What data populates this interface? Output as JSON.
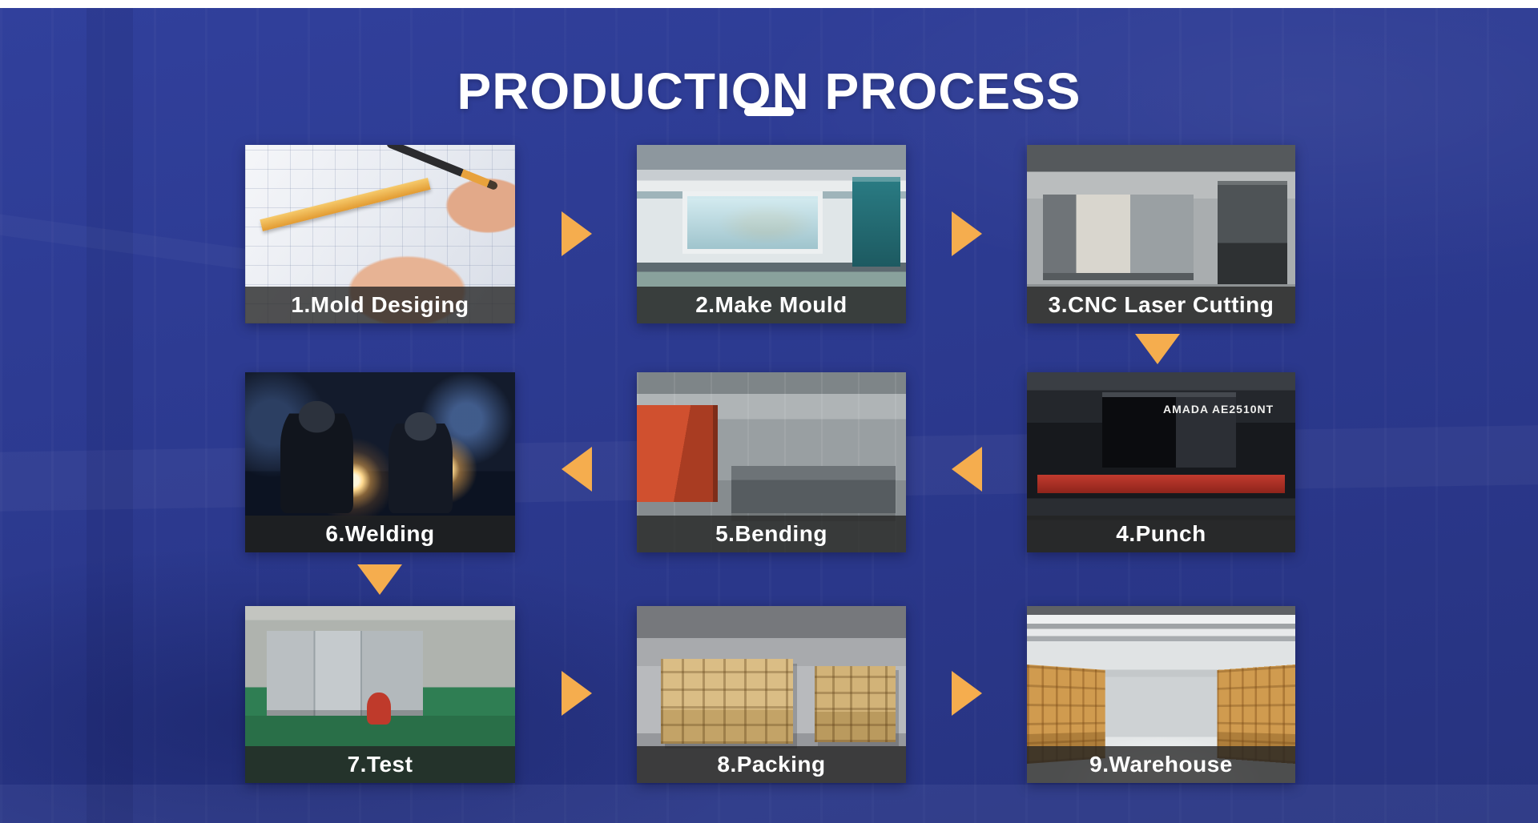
{
  "page": {
    "title": "PRODUCTION PROCESS",
    "top_strip_color": "#ffffff",
    "background_color": "#2C3A90",
    "arrow_color": "#F5AD4E",
    "caption_bar_color": "rgba(35,35,35,0.78)",
    "caption_text_color": "#ffffff"
  },
  "steps": [
    {
      "label": "1.Mold Desiging",
      "scene": "mold-designing"
    },
    {
      "label": "2.Make Mould",
      "scene": "make-mould"
    },
    {
      "label": "3.CNC Laser Cutting",
      "scene": "cnc-laser-cutting"
    },
    {
      "label": "4.Punch",
      "scene": "punch",
      "machine_label": "AMADA AE2510NT"
    },
    {
      "label": "5.Bending",
      "scene": "bending"
    },
    {
      "label": "6.Welding",
      "scene": "welding"
    },
    {
      "label": "7.Test",
      "scene": "test"
    },
    {
      "label": "8.Packing",
      "scene": "packing"
    },
    {
      "label": "9.Warehouse",
      "scene": "warehouse"
    }
  ],
  "arrows": {
    "row1": [
      "right",
      "right"
    ],
    "after_row1": "down",
    "row2": [
      "left",
      "left"
    ],
    "after_row2": "down",
    "row3": [
      "right",
      "right"
    ]
  }
}
